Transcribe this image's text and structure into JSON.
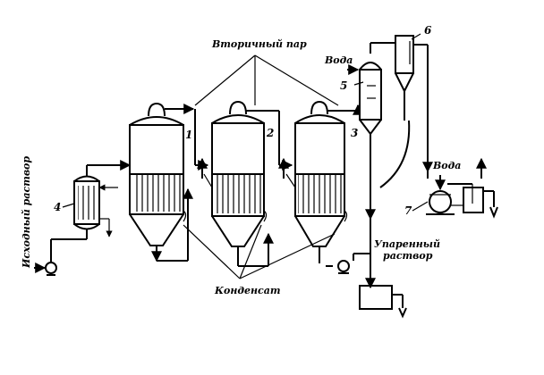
{
  "labels": {
    "secondary_steam": "Вторичный пар",
    "water_top": "Вода",
    "water_right": "Вода",
    "initial_solution": "Исходный раствор",
    "evaporated_solution_line1": "Упаренный",
    "evaporated_solution_line2": "раствор",
    "condensate": "Конденсат"
  },
  "numbers": {
    "n1": "1",
    "n2": "2",
    "n3": "3",
    "n4": "4",
    "n5": "5",
    "n6": "6",
    "n7": "7"
  }
}
